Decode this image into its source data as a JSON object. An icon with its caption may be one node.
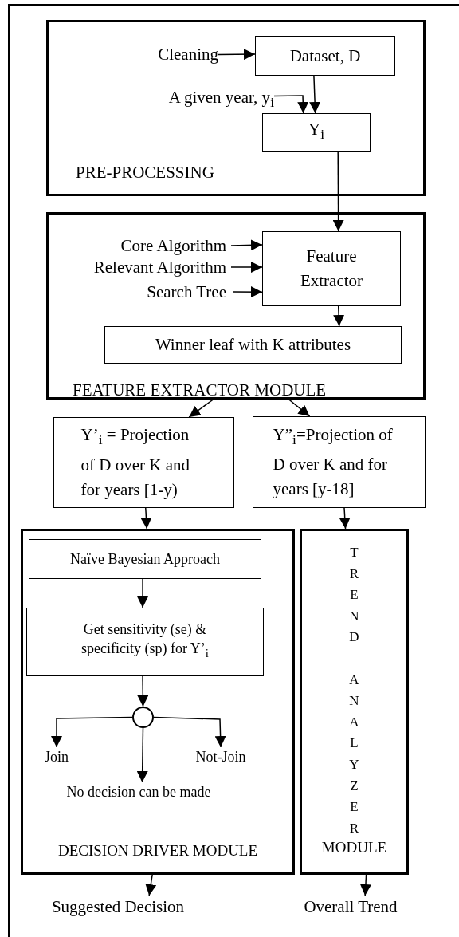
{
  "diagram": {
    "nodes": [
      {
        "text": [
          "PRE-PROCESSING"
        ]
      },
      {
        "text": [
          "Cleaning"
        ],
        "in": 0
      },
      {
        "text": [
          "Dataset, D"
        ],
        "in": 0
      },
      {
        "text": [
          "A given year, y$_{i}$"
        ],
        "in": 0
      },
      {
        "text": [
          "Y$_{i}$"
        ],
        "in": 0
      },
      {
        "text": [
          "FEATURE EXTRACTOR MODULE"
        ]
      },
      {
        "text": [
          "Core Algorithm"
        ],
        "in": 5
      },
      {
        "text": [
          "Relevant Algorithm"
        ],
        "in": 5
      },
      {
        "text": [
          "Search Tree"
        ],
        "in": 5
      },
      {
        "text": [
          "Feature Extractor"
        ],
        "in": 5
      },
      {
        "text": [
          "Winner leaf with K attributes"
        ],
        "in": 5
      },
      {
        "text": [
          "Y’$_{i}$ = Projection of D over K and for years [1-y)"
        ]
      },
      {
        "text": [
          "Y”$_{i}$=Projection of D over K and for years [y-18]"
        ]
      },
      {
        "text": [
          "DECISION DRIVER MODULE"
        ]
      },
      {
        "text": [
          "Naïve Bayesian Approach"
        ],
        "in": 13
      },
      {
        "text": [
          "Get sensitivity (se) & specificity (sp) for Y’$_{i}$"
        ],
        "in": 13
      },
      {
        "text": [],
        "shape": "circle",
        "in": 13
      },
      {
        "text": [
          "Join"
        ],
        "in": 13
      },
      {
        "text": [
          "Not-Join"
        ],
        "in": 13
      },
      {
        "text": [
          "No decision can be made"
        ],
        "in": 13
      },
      {
        "text": [
          "TREND ANALYZER",
          "MODULE"
        ]
      },
      {
        "text": [
          "Suggested Decision"
        ]
      },
      {
        "text": [
          "Overall Trend"
        ]
      }
    ],
    "edges": [
      {
        "from": 1,
        "to": 2,
        "arrow": "to"
      },
      {
        "from": 3,
        "to": 4,
        "arrow": "to"
      },
      {
        "from": 2,
        "to": 4,
        "arrow": "to"
      },
      {
        "from": 4,
        "to": 9,
        "arrow": "to"
      },
      {
        "from": 6,
        "to": 9,
        "arrow": "to"
      },
      {
        "from": 7,
        "to": 9,
        "arrow": "to"
      },
      {
        "from": 8,
        "to": 9,
        "arrow": "to"
      },
      {
        "from": 9,
        "to": 10,
        "arrow": "to"
      },
      {
        "from": 5,
        "to": 11,
        "arrow": "to"
      },
      {
        "from": 5,
        "to": 12,
        "arrow": "to"
      },
      {
        "from": 11,
        "to": 13,
        "arrow": "to"
      },
      {
        "from": 12,
        "to": 20,
        "arrow": "to"
      },
      {
        "from": 14,
        "to": 15,
        "arrow": "to"
      },
      {
        "from": 15,
        "to": 16,
        "arrow": "to"
      },
      {
        "from": 16,
        "to": 17,
        "arrow": "to"
      },
      {
        "from": 16,
        "to": 18,
        "arrow": "to"
      },
      {
        "from": 16,
        "to": 19,
        "arrow": "to"
      },
      {
        "from": 13,
        "to": 21,
        "arrow": "to"
      },
      {
        "from": 20,
        "to": 22,
        "arrow": "to"
      }
    ]
  }
}
